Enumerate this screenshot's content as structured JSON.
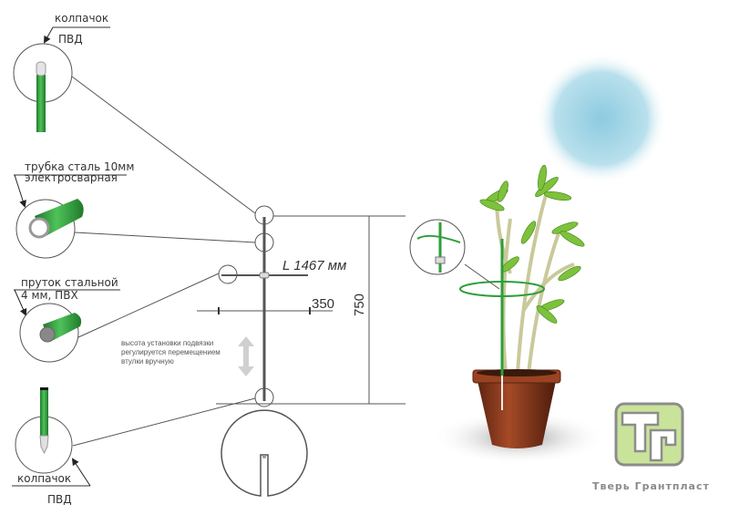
{
  "callouts": {
    "top_cap": {
      "line1": "колпачок",
      "line2": "ПВД"
    },
    "tube": {
      "line1": "трубка сталь 10мм",
      "line2": "электросварная"
    },
    "rod": {
      "line1": "пруток стальной",
      "line2": "4 мм, ПВХ"
    },
    "bottom_cap": {
      "line1": "колпачок",
      "line2": "ПВД"
    }
  },
  "dimensions": {
    "length": "L 1467 мм",
    "width": "350",
    "height": "750"
  },
  "note": {
    "line1": "высота установки подвязки",
    "line2": "регулируется перемещением",
    "line3": "втулки вручную"
  },
  "logo": {
    "name": "Тверь Грантпласт",
    "mark": "ТГ"
  },
  "colors": {
    "green": "#2e9e3a",
    "line": "#555555",
    "pot": "#8b3a1e",
    "logo_fill": "#c9e39b",
    "logo_border": "#8c8c8c",
    "sky": "#9fd0e2"
  }
}
